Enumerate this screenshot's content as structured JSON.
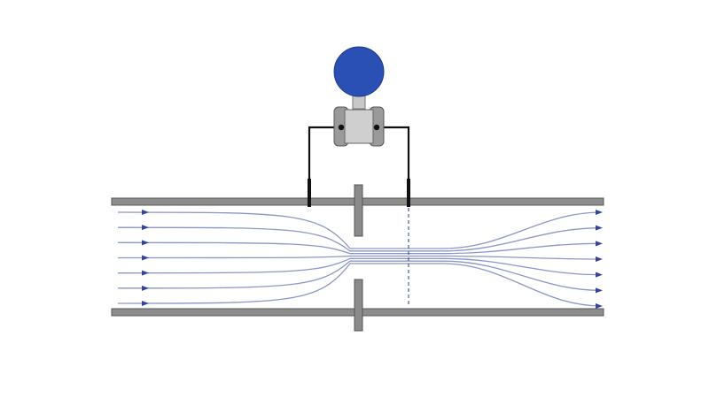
{
  "diagram": {
    "type": "orifice-plate-flow-meter",
    "components": {
      "pipe": "pipe",
      "orifice_plate": "orifice-plate",
      "pressure_transmitter": "differential-pressure-transmitter",
      "upstream_tap": "upstream-pressure-tap",
      "downstream_tap": "downstream-pressure-tap",
      "vena_contracta_marker": "vena-contracta-line"
    },
    "streamline_count": 7,
    "colors": {
      "pipe": "#8c8c8c",
      "streamline": "#8a96c8",
      "arrow": "#33449a",
      "transmitter_head": "#2a50b5",
      "impulse_line": "#111111"
    }
  }
}
